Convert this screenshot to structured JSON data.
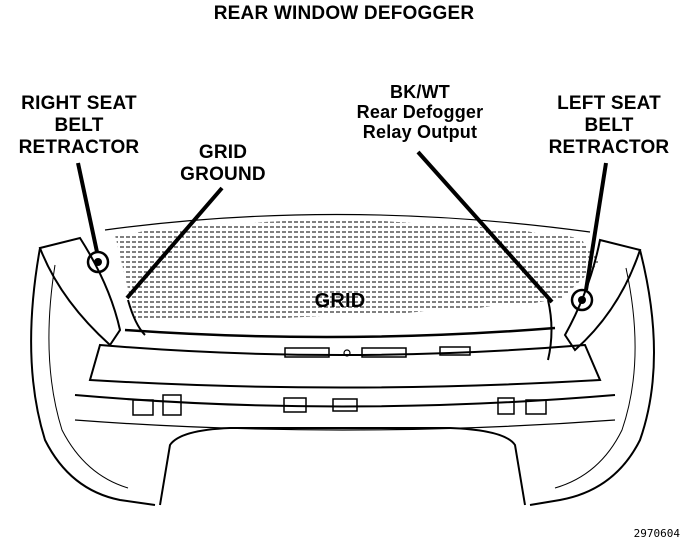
{
  "title": "REAR WINDOW DEFOGGER",
  "labels": {
    "right_seat_belt_retractor": [
      "RIGHT SEAT",
      "BELT",
      "RETRACTOR"
    ],
    "grid_ground": [
      "GRID",
      "GROUND"
    ],
    "relay_output": [
      "BK/WT",
      "Rear Defogger",
      "Relay Output"
    ],
    "left_seat_belt_retractor": [
      "LEFT SEAT",
      "BELT",
      "RETRACTOR"
    ],
    "grid": "GRID"
  },
  "figure_number": "2970604"
}
